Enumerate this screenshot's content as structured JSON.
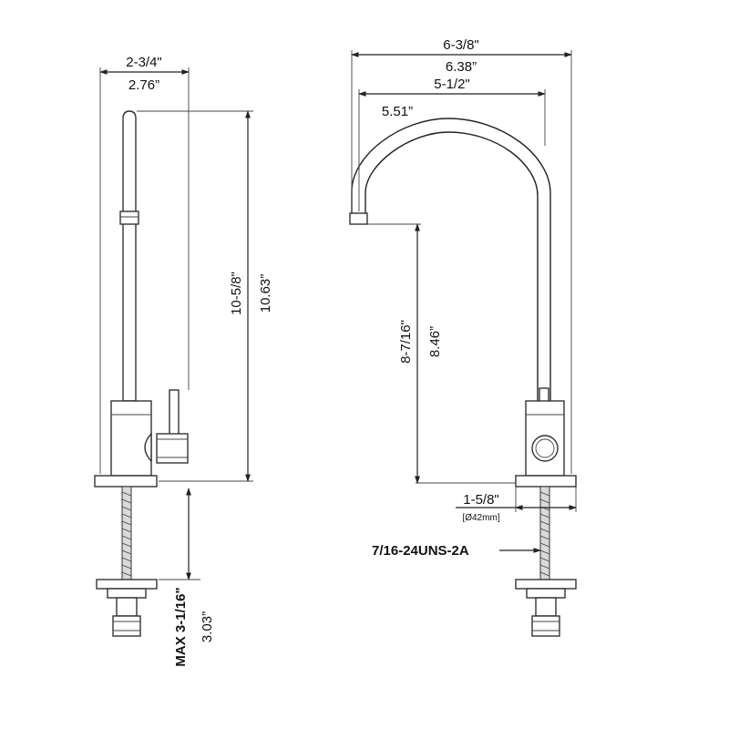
{
  "colors": {
    "line": "#222222",
    "text": "#111111",
    "thread_fill": "#d9d9d9"
  },
  "side_view": {
    "width_frac": "2-3/4\"",
    "width_dec": "2.76”",
    "height_frac": "10-5/8\"",
    "height_dec": "10.63”",
    "max_frac": "MAX 3-1/16\"",
    "max_dec": "3.03”"
  },
  "front_view": {
    "reach_total_frac": "6-3/8\"",
    "reach_total_dec": "6.38”",
    "reach_frac": "5-1/2\"",
    "reach_dec": "5.51”",
    "spout_height_frac": "8-7/16\"",
    "spout_height_dec": "8.46”",
    "base_frac": "1-5/8\"",
    "base_mm": "[Ø42mm]",
    "thread_spec": "7/16-24UNS-2A"
  }
}
